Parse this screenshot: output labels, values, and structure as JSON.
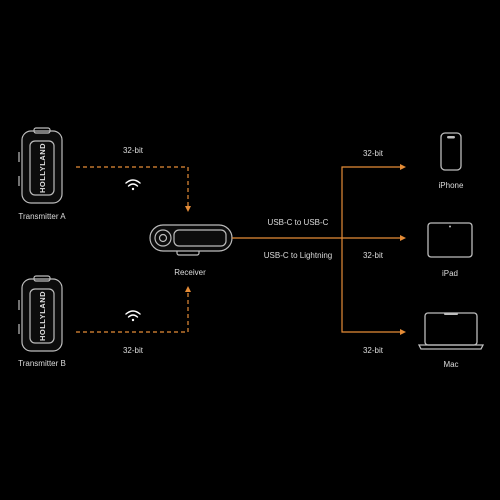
{
  "diagram": {
    "accent_color": "#e58c37",
    "device_stroke_color": "#bdbdbd",
    "transmitters": [
      {
        "name": "Transmitter A",
        "brand": "HOLLYLAND",
        "link_label": "32-bit",
        "icon": "wifi-icon"
      },
      {
        "name": "Transmitter B",
        "brand": "HOLLYLAND",
        "link_label": "32-bit",
        "icon": "wifi-icon"
      }
    ],
    "receiver": {
      "name": "Receiver"
    },
    "connections": {
      "usb_c": "USB-C to USB-C",
      "lightning": "USB-C to Lightning"
    },
    "outputs": [
      {
        "name": "iPhone",
        "link_label": "32-bit",
        "icon": "iphone-icon"
      },
      {
        "name": "iPad",
        "link_label": "32-bit",
        "icon": "ipad-icon"
      },
      {
        "name": "Mac",
        "link_label": "32-bit",
        "icon": "laptop-icon"
      }
    ]
  }
}
